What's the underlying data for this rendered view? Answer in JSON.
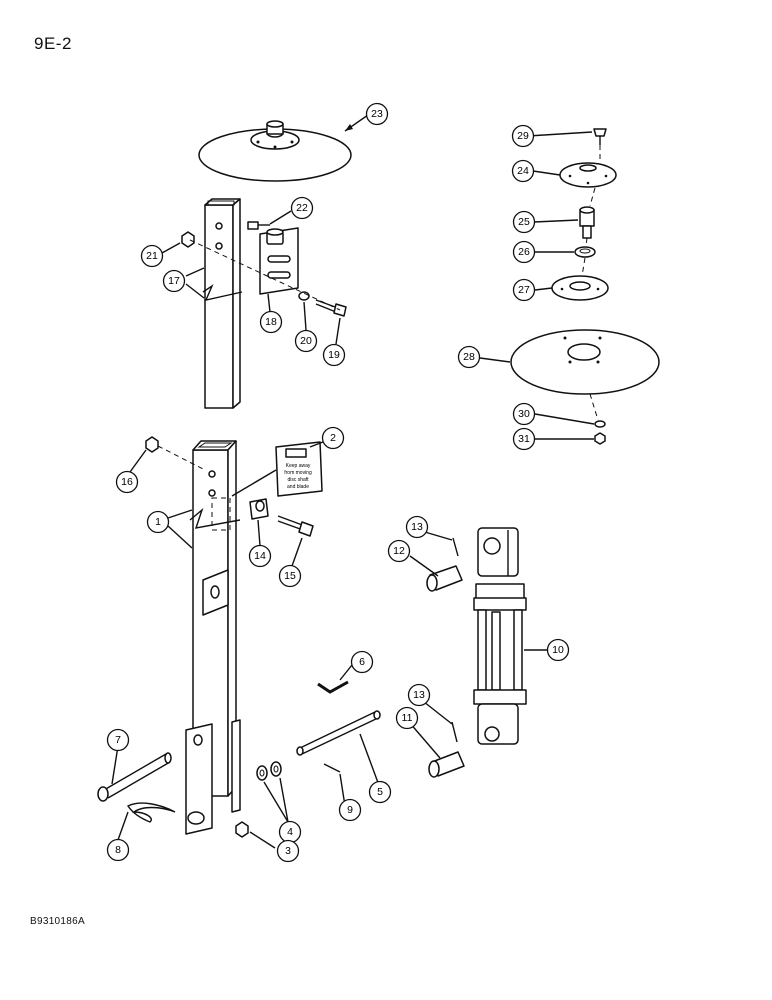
{
  "header": {
    "page_code": "9E-2"
  },
  "footer": {
    "figure_code": "B9310186A"
  },
  "callouts": {
    "c1": "1",
    "c2": "2",
    "c3": "3",
    "c4": "4",
    "c5": "5",
    "c6": "6",
    "c7": "7",
    "c8": "8",
    "c9": "9",
    "c10": "10",
    "c11": "11",
    "c12": "12",
    "c13a": "13",
    "c13b": "13",
    "c14": "14",
    "c15": "15",
    "c16": "16",
    "c17": "17",
    "c18": "18",
    "c19": "19",
    "c20": "20",
    "c21": "21",
    "c22": "22",
    "c23": "23",
    "c24": "24",
    "c25": "25",
    "c26": "26",
    "c27": "27",
    "c28": "28",
    "c29": "29",
    "c30": "30",
    "c31": "31"
  },
  "decal_text": {
    "line1": "Keep away",
    "line2": "from moving",
    "line3": "disc shaft",
    "line4": "and blade"
  }
}
